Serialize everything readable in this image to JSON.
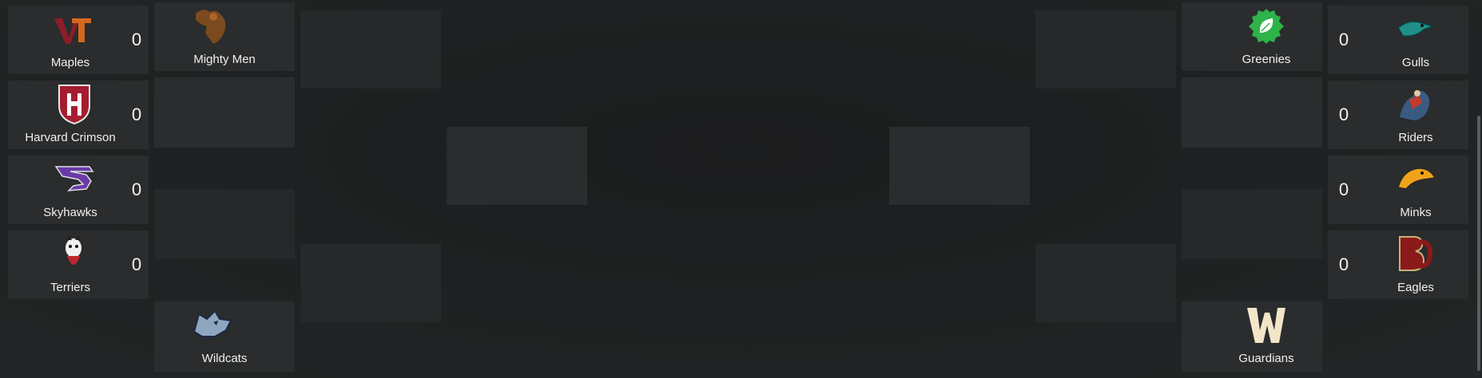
{
  "bracket": {
    "left_round1": [
      {
        "name": "Maples",
        "score": "0",
        "icon": "vt-logo"
      },
      {
        "name": "Harvard Crimson",
        "score": "0",
        "icon": "harvard-shield-logo"
      },
      {
        "name": "Skyhawks",
        "score": "0",
        "icon": "skyhawks-logo"
      },
      {
        "name": "Terriers",
        "score": "0",
        "icon": "terrier-logo"
      }
    ],
    "right_round1": [
      {
        "name": "Gulls",
        "score": "0",
        "icon": "gull-logo"
      },
      {
        "name": "Riders",
        "score": "0",
        "icon": "rider-logo"
      },
      {
        "name": "Minks",
        "score": "0",
        "icon": "mink-logo"
      },
      {
        "name": "Eagles",
        "score": "0",
        "icon": "bc-eagles-logo"
      }
    ],
    "left_round2": [
      {
        "name": "Mighty Men",
        "icon": "mighty-men-logo"
      },
      {
        "name": "Wildcats",
        "icon": "wildcat-logo"
      }
    ],
    "right_round2": [
      {
        "name": "Greenies",
        "icon": "leaf-badge-logo"
      },
      {
        "name": "Guardians",
        "icon": "w-letter-logo"
      }
    ]
  },
  "colors": {
    "background": "#1f2122",
    "cell": "#2a2c2d",
    "text": "#f0f0f0"
  }
}
